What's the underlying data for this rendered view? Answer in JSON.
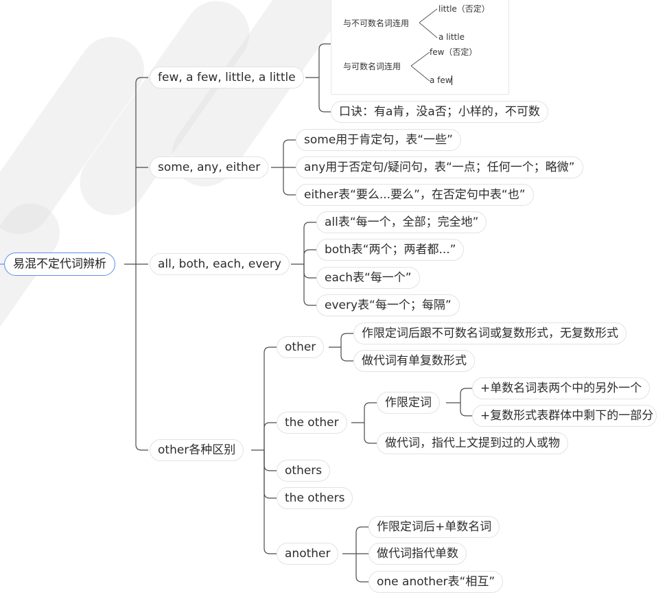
{
  "root": {
    "label": "易混不定代词辨析"
  },
  "branches": {
    "few": {
      "label": "few, a few, little, a little",
      "image": {
        "uncountable": {
          "label": "与不可数名词连用",
          "upper": "little（否定）",
          "lower": "a little"
        },
        "countable": {
          "label": "与可数名词连用",
          "upper": "few（否定）",
          "lower": "a few"
        }
      },
      "mnemonic": "口诀：有a肯，没a否；小样的，不可数"
    },
    "some": {
      "label": "some, any, either",
      "items": [
        "some用于肯定句，表“一些”",
        "any用于否定句/疑问句，表“一点；任何一个；略微”",
        "either表“要么...要么”，在否定句中表“也”"
      ]
    },
    "all": {
      "label": "all, both, each, every",
      "items": [
        "all表“每一个，全部；完全地”",
        "both表“两个；两者都...”",
        "each表“每一个”",
        "every表“每一个；每隔”"
      ]
    },
    "other": {
      "label": "other各种区别",
      "other": {
        "label": "other",
        "items": [
          "作限定词后跟不可数名词或复数形式，无复数形式",
          "做代词有单复数形式"
        ]
      },
      "the_other": {
        "label": "the other",
        "determiner": {
          "label": "作限定词",
          "items": [
            "+单数名词表两个中的另外一个",
            "+复数形式表群体中剩下的一部分"
          ]
        },
        "pronoun": "做代词，指代上文提到过的人或物"
      },
      "others": {
        "label": "others"
      },
      "the_others": {
        "label": "the others"
      },
      "another": {
        "label": "another",
        "items": [
          "作限定词后+单数名词",
          "做代词指代单数",
          "one another表“相互”"
        ]
      }
    }
  }
}
